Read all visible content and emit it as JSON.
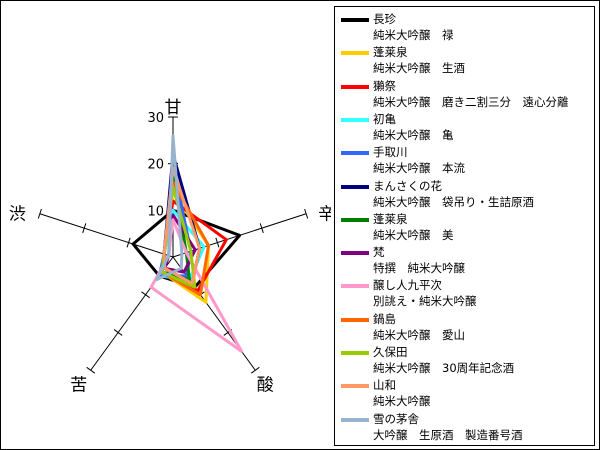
{
  "chart_data": {
    "type": "radar",
    "axes": [
      "甘",
      "辛",
      "酸",
      "苦",
      "渋"
    ],
    "rlim": [
      0,
      30
    ],
    "ticks": [
      10,
      20,
      30
    ],
    "legend_position": "right",
    "series": [
      {
        "name": "長珍\n純米大吟醸　禄",
        "color": "#000000",
        "values": [
          10,
          15,
          8,
          5,
          9
        ]
      },
      {
        "name": "蓬莱泉\n純米大吟醸　生酒",
        "color": "#ffcc00",
        "values": [
          14,
          8,
          12,
          4,
          2
        ]
      },
      {
        "name": "獺祭\n純米大吟醸　磨き二割三分　遠心分離",
        "color": "#ff0000",
        "values": [
          12,
          12,
          9,
          3,
          2
        ]
      },
      {
        "name": "初亀\n純米大吟醸　亀",
        "color": "#33ffff",
        "values": [
          10,
          7,
          6,
          5,
          2
        ]
      },
      {
        "name": "手取川\n純米大吟醸　本流",
        "color": "#3366ff",
        "values": [
          20,
          4,
          5,
          5,
          2
        ]
      },
      {
        "name": "まんさくの花\n純米大吟醸　袋吊り・生詰原酒",
        "color": "#000080",
        "values": [
          22,
          6,
          7,
          3,
          2
        ]
      },
      {
        "name": "蓬莱泉\n純米大吟醸　美",
        "color": "#008000",
        "values": [
          18,
          3,
          6,
          4,
          2
        ]
      },
      {
        "name": "梵\n特撰　純米大吟醸",
        "color": "#800080",
        "values": [
          9,
          5,
          4,
          3,
          1
        ]
      },
      {
        "name": "醸し人九平次\n別誂え・純米大吟醸",
        "color": "#ff99cc",
        "values": [
          8,
          3,
          25,
          8,
          1
        ]
      },
      {
        "name": "鍋島\n純米大吟醸　愛山",
        "color": "#ff6600",
        "values": [
          16,
          8,
          10,
          4,
          2
        ]
      },
      {
        "name": "久保田\n純米大吟醸　30周年記念酒",
        "color": "#99cc00",
        "values": [
          15,
          4,
          8,
          4,
          2
        ]
      },
      {
        "name": "山和\n純米大吟醸",
        "color": "#ff9966",
        "values": [
          19,
          6,
          7,
          3,
          2
        ]
      },
      {
        "name": "雪の茅舎\n大吟醸　生原酒　製造番号酒",
        "color": "#99b3cc",
        "values": [
          26,
          2,
          3,
          6,
          1
        ]
      }
    ]
  }
}
